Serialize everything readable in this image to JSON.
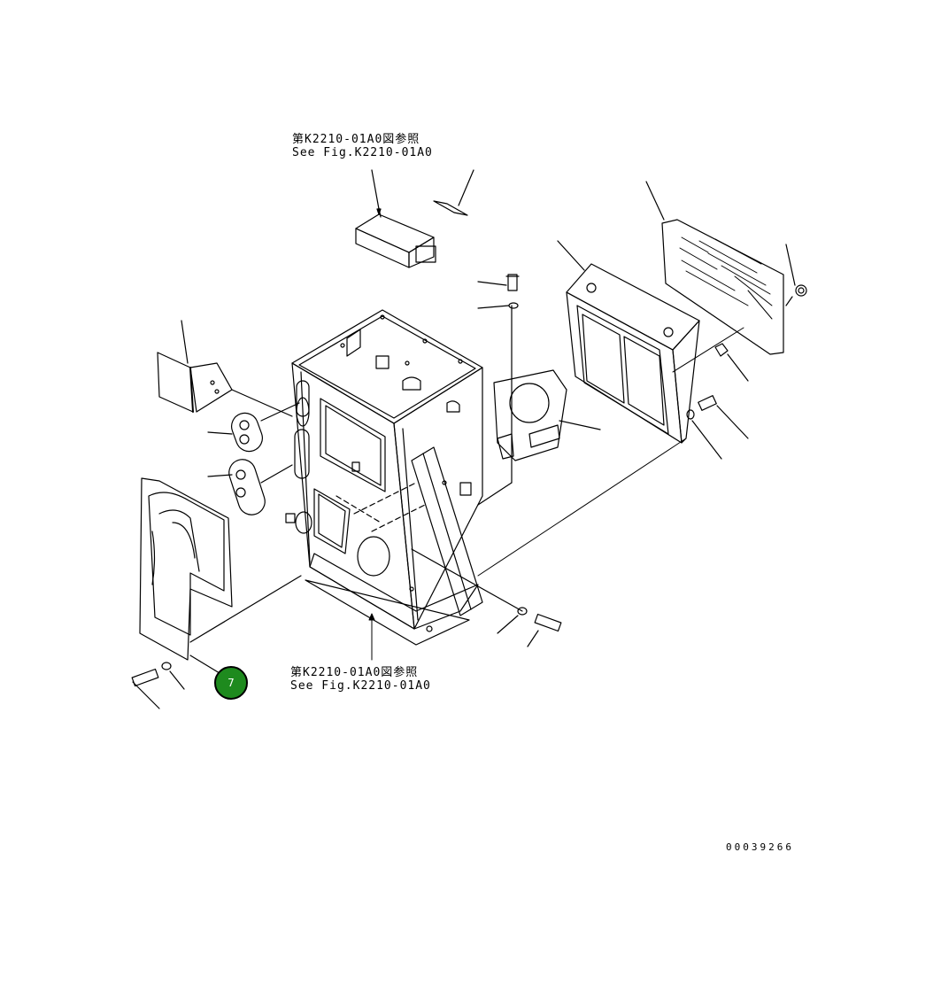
{
  "references": {
    "top_line1": "第K2210-01A0図参照",
    "top_line2": "See Fig.K2210-01A0",
    "bottom_line1": "第K2210-01A0図参照",
    "bottom_line2": "See Fig.K2210-01A0"
  },
  "callout": {
    "number": "7",
    "fill_color": "#1e8a1e"
  },
  "document_id": "00039266",
  "line_color": "#000000"
}
